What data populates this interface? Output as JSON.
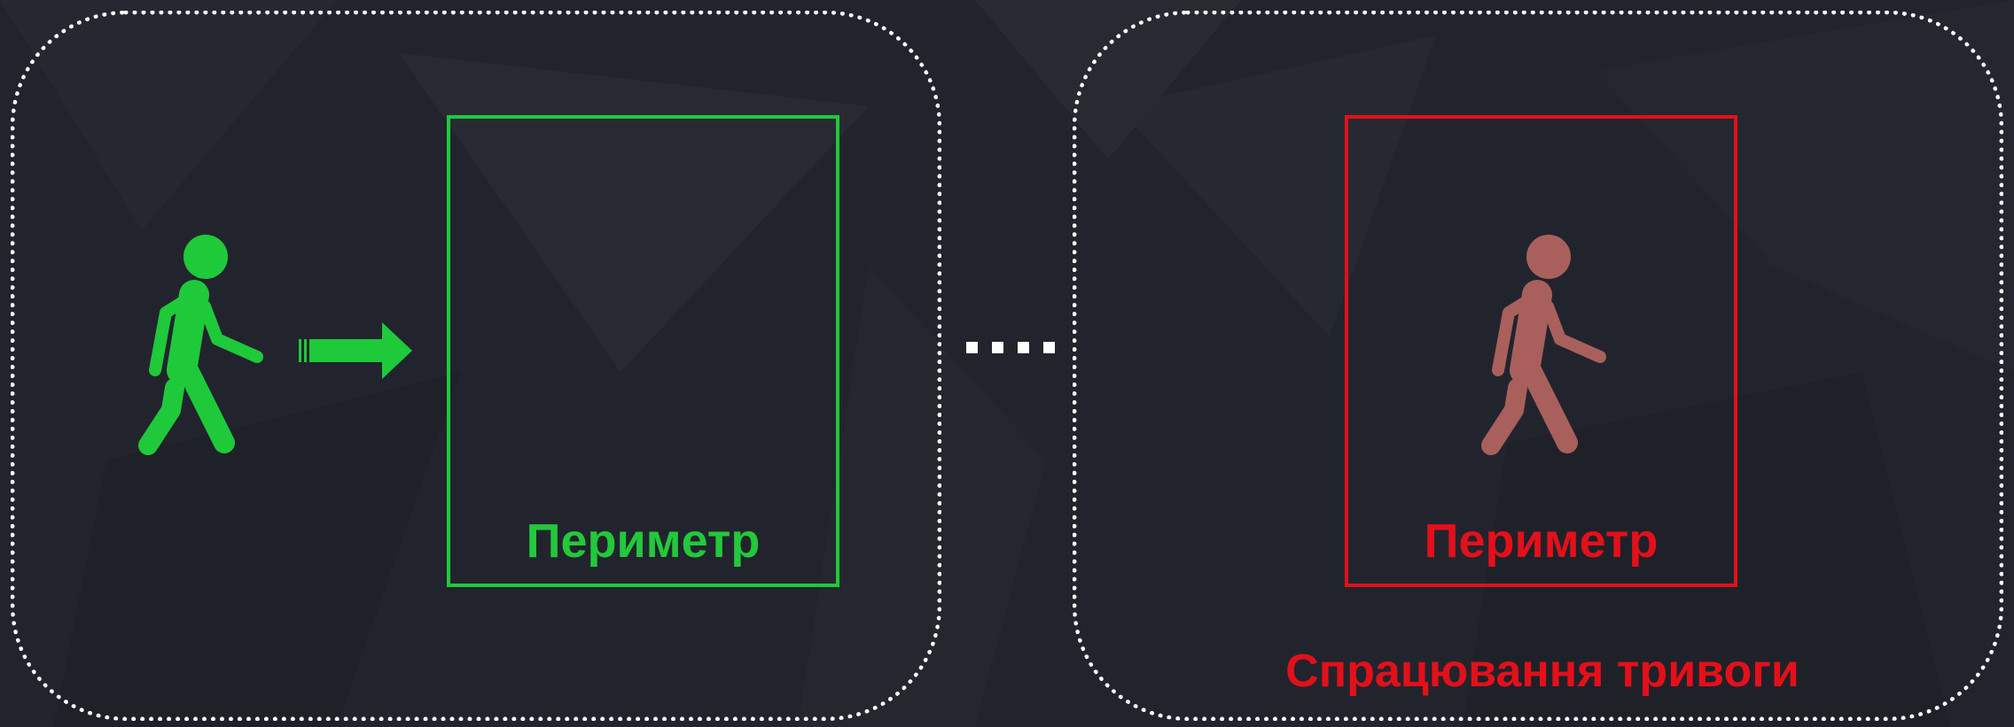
{
  "left_panel": {
    "perimeter_label": "Периметр",
    "accent_color": "#1ec93a",
    "walker_icon": "walking-person-icon",
    "arrow_icon": "right-arrow-icon"
  },
  "connector": {
    "icon": "dotted-connector-icon"
  },
  "right_panel": {
    "perimeter_label": "Периметр",
    "alarm_label": "Спрацювання тривоги",
    "accent_color": "#e3101a",
    "walker_color": "#a9605c",
    "walker_icon": "walking-person-icon"
  }
}
